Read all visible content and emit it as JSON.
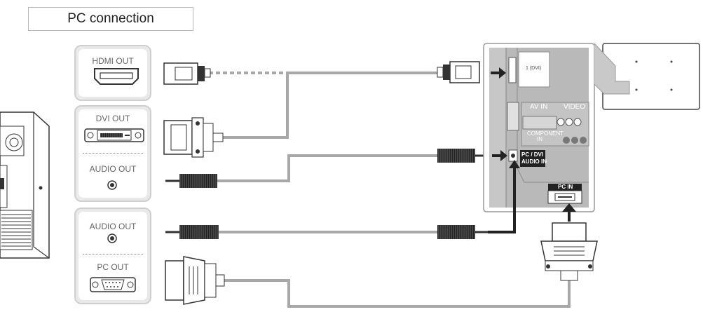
{
  "title": "PC connection",
  "computer_ports": {
    "hdmi_out": "HDMI OUT",
    "dvi_out": "DVI OUT",
    "audio_out_1": "AUDIO OUT",
    "audio_out_2": "AUDIO OUT",
    "pc_out": "PC OUT"
  },
  "tv_labels": {
    "hdmi_port": "1 (DVI)",
    "av_in": "AV IN",
    "video": "VIDEO",
    "component_in": "COMPONENT",
    "component_in_2": "IN",
    "pc_dvi_audio_in_1": "PC / DVI",
    "pc_dvi_audio_in_2": "AUDIO IN",
    "pc_in": "PC IN"
  },
  "colors": {
    "cable": "#a8a8a8",
    "panel_border": "#cfcfcf",
    "tv_panel": "#b9b9b9",
    "connector_dark": "#333333"
  }
}
